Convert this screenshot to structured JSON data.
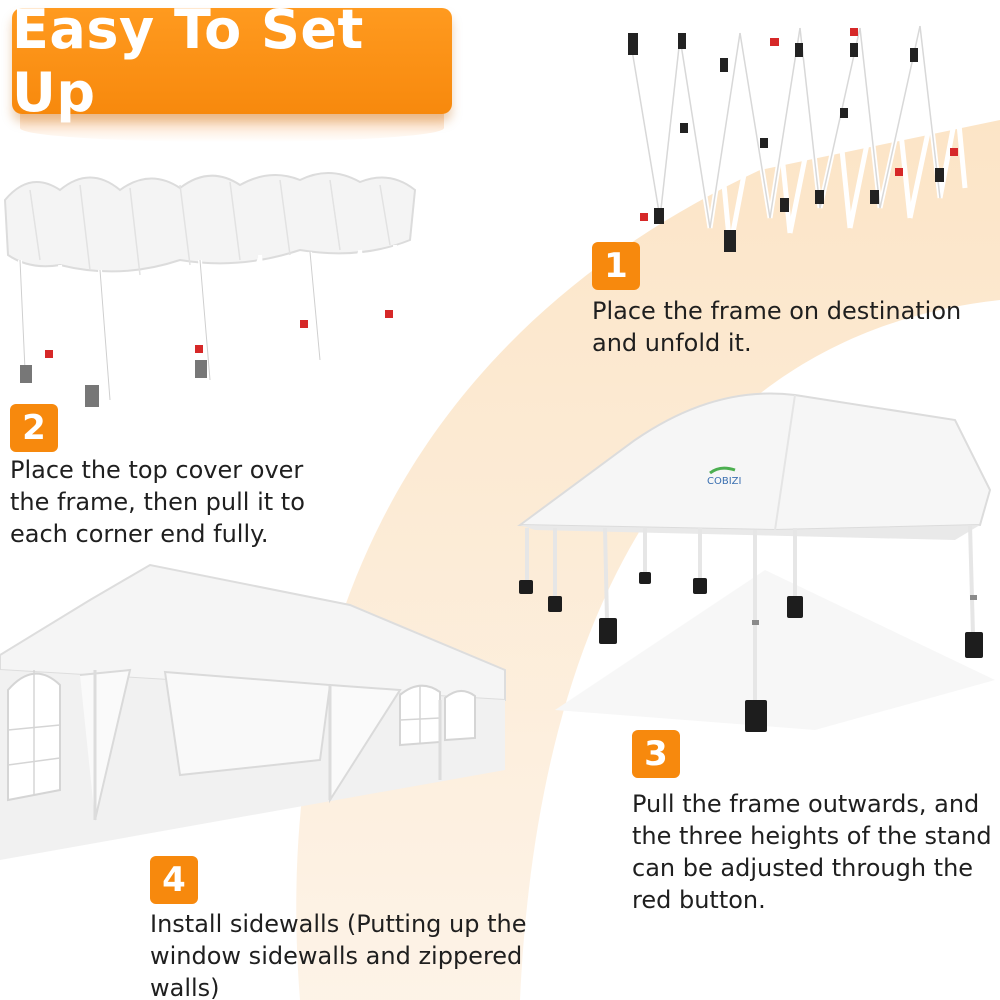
{
  "title": "Easy To Set Up",
  "brand_mark": "COBIZI",
  "colors": {
    "accent": "#f7890d",
    "arc": "#fbe3c3",
    "text": "#1f1f1f"
  },
  "steps": [
    {
      "number": "1",
      "text": "Place the frame on destination\nand unfold it."
    },
    {
      "number": "2",
      "text": "Place the top cover over\nthe frame, then pull it to\neach corner end fully."
    },
    {
      "number": "3",
      "text": "Pull the frame outwards, and\nthe three heights of the stand\ncan be adjusted through the\nred button."
    },
    {
      "number": "4",
      "text": "Install sidewalls (Putting up the\nwindow sidewalls and zippered\n walls)"
    }
  ]
}
